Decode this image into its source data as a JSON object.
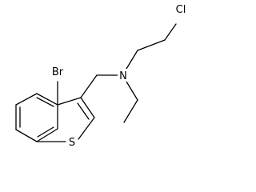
{
  "molecule": {
    "atoms": {
      "br": "Br",
      "s": "S",
      "n": "N",
      "cl": "Cl"
    }
  },
  "colors": {
    "bond": "#000000",
    "background": "#ffffff"
  }
}
